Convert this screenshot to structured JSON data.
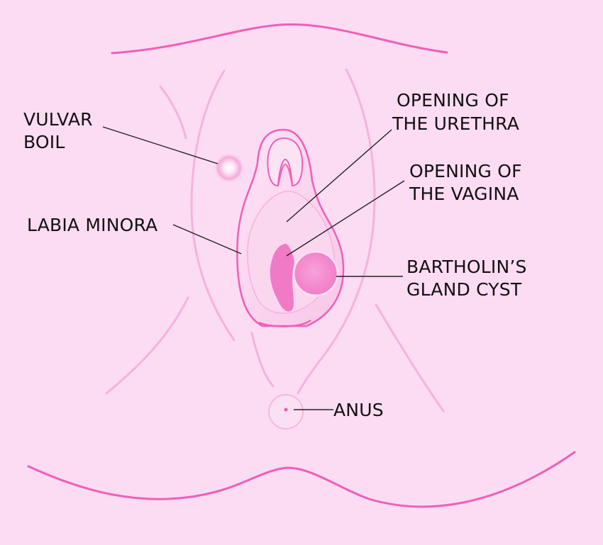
{
  "labels": {
    "vulvar_boil": [
      "VULVAR",
      "BOIL"
    ],
    "urethra": [
      "OPENING OF",
      "THE URETHRA"
    ],
    "vagina": [
      "OPENING OF",
      "THE VAGINA"
    ],
    "labia_minora": "LABIA MINORA",
    "bartholin": [
      "BARTHOLIN’S",
      "GLAND CYST"
    ],
    "anus": "ANUS"
  },
  "colors": {
    "background": "#fcdcf2",
    "outline": "#ef5fb8",
    "soft_outline": "#f5b3dd",
    "tissue_fill": "#fbd0ec",
    "inner_fill": "#f7c2e6",
    "vaginal_opening": "#f07ac6",
    "cyst": "#f58fd0",
    "label_text": "#111111",
    "leader_line": "#222222"
  }
}
